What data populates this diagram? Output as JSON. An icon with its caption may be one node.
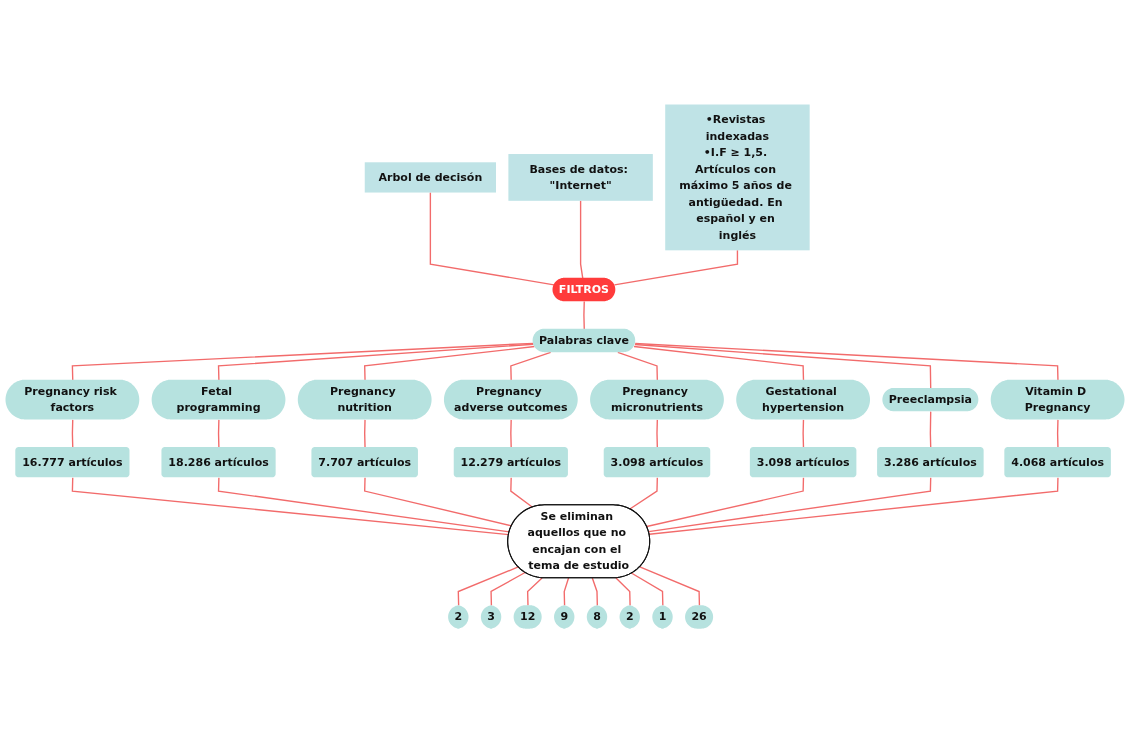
{
  "diagram": {
    "nodes": [
      {
        "text": [
          "Arbol de decisón"
        ]
      },
      {
        "text": [
          "Bases de datos: \"Internet\""
        ]
      },
      {
        "text": [
          "FILTROS"
        ]
      },
      {
        "text": [
          "•Revistas indexadas",
          "•I.F ≥ 1,5. Artículos con máximo 5 años de antigüedad. En español y en inglés"
        ]
      },
      {
        "text": [
          "Palabras clave"
        ]
      },
      {
        "text": [
          "Pregnancy risk factors"
        ]
      },
      {
        "text": [
          "Fetal programming"
        ]
      },
      {
        "text": [
          "Pregnancy nutrition"
        ]
      },
      {
        "text": [
          "Pregnancy adverse outcomes"
        ]
      },
      {
        "text": [
          "Pregnancy micronutrients"
        ]
      },
      {
        "text": [
          "Gestational hypertension"
        ]
      },
      {
        "text": [
          "Preeclampsia"
        ]
      },
      {
        "text": [
          "Vitamin D Pregnancy"
        ]
      },
      {
        "text": [
          "16.777 artículos"
        ]
      },
      {
        "text": [
          "18.286 artículos"
        ]
      },
      {
        "text": [
          "7.707 artículos"
        ]
      },
      {
        "text": [
          "12.279 artículos"
        ]
      },
      {
        "text": [
          "3.098 artículos"
        ]
      },
      {
        "text": [
          "3.098 artículos"
        ]
      },
      {
        "text": [
          "3.286 artículos"
        ]
      },
      {
        "text": [
          "4.068 artículos"
        ]
      },
      {
        "text": [
          "Se eliminan aquellos que no encajan con el tema de estudio"
        ]
      },
      {
        "text": [
          "2"
        ]
      },
      {
        "text": [
          "3"
        ]
      },
      {
        "text": [
          "12"
        ]
      },
      {
        "text": [
          "9"
        ]
      },
      {
        "text": [
          "8"
        ]
      },
      {
        "text": [
          "2"
        ]
      },
      {
        "text": [
          "1"
        ]
      },
      {
        "text": [
          "26"
        ]
      }
    ],
    "edges": [
      {
        "from": 0,
        "to": 2,
        "arrow": "none"
      },
      {
        "from": 1,
        "to": 2,
        "arrow": "none"
      },
      {
        "from": 3,
        "to": 2,
        "arrow": "none"
      },
      {
        "from": 2,
        "to": 4,
        "arrow": "none"
      },
      {
        "from": 4,
        "to": 5,
        "arrow": "none"
      },
      {
        "from": 4,
        "to": 6,
        "arrow": "none"
      },
      {
        "from": 4,
        "to": 7,
        "arrow": "none"
      },
      {
        "from": 4,
        "to": 8,
        "arrow": "none"
      },
      {
        "from": 4,
        "to": 9,
        "arrow": "none"
      },
      {
        "from": 4,
        "to": 10,
        "arrow": "none"
      },
      {
        "from": 4,
        "to": 11,
        "arrow": "none"
      },
      {
        "from": 4,
        "to": 12,
        "arrow": "none"
      },
      {
        "from": 5,
        "to": 13,
        "arrow": "none"
      },
      {
        "from": 6,
        "to": 14,
        "arrow": "none"
      },
      {
        "from": 7,
        "to": 15,
        "arrow": "none"
      },
      {
        "from": 8,
        "to": 16,
        "arrow": "none"
      },
      {
        "from": 9,
        "to": 17,
        "arrow": "none"
      },
      {
        "from": 10,
        "to": 18,
        "arrow": "none"
      },
      {
        "from": 11,
        "to": 19,
        "arrow": "none"
      },
      {
        "from": 12,
        "to": 20,
        "arrow": "none"
      },
      {
        "from": 13,
        "to": 21,
        "arrow": "none"
      },
      {
        "from": 14,
        "to": 21,
        "arrow": "none"
      },
      {
        "from": 15,
        "to": 21,
        "arrow": "none"
      },
      {
        "from": 16,
        "to": 21,
        "arrow": "none"
      },
      {
        "from": 17,
        "to": 21,
        "arrow": "none"
      },
      {
        "from": 18,
        "to": 21,
        "arrow": "none"
      },
      {
        "from": 19,
        "to": 21,
        "arrow": "none"
      },
      {
        "from": 20,
        "to": 21,
        "arrow": "none"
      },
      {
        "from": 21,
        "to": 22,
        "arrow": "none"
      },
      {
        "from": 21,
        "to": 23,
        "arrow": "none"
      },
      {
        "from": 21,
        "to": 24,
        "arrow": "none"
      },
      {
        "from": 21,
        "to": 25,
        "arrow": "none"
      },
      {
        "from": 21,
        "to": 26,
        "arrow": "none"
      },
      {
        "from": 21,
        "to": 27,
        "arrow": "none"
      },
      {
        "from": 21,
        "to": 28,
        "arrow": "none"
      },
      {
        "from": 21,
        "to": 29,
        "arrow": "none"
      }
    ]
  }
}
